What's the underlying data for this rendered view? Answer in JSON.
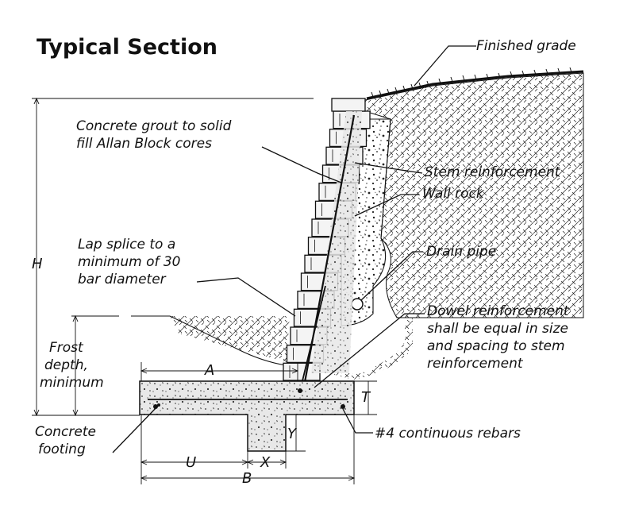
{
  "title": "Typical Section",
  "labels": {
    "finished_grade": "Finished grade",
    "grout_line1": "Concrete grout to solid",
    "grout_line2": "fill Allan Block cores",
    "stem_reinforcement": "Stem reinforcement",
    "wall_rock": "Wall rock",
    "drain_pipe": "Drain pipe",
    "lap_line1": "Lap splice to a",
    "lap_line2": "minimum of 30",
    "lap_line3": "bar diameter",
    "dowel_line1": "Dowel reinforcement",
    "dowel_line2": "shall be equal in size",
    "dowel_line3": "and spacing to stem",
    "dowel_line4": "reinforcement",
    "frost_line1": "Frost",
    "frost_line2": "depth,",
    "frost_line3": "minimum",
    "footing_line1": "Concrete",
    "footing_line2": "footing",
    "rebars": "#4 continuous rebars"
  },
  "dimensions": {
    "H": "H",
    "A": "A",
    "T": "T",
    "Y": "Y",
    "U": "U",
    "X": "X",
    "B": "B"
  }
}
